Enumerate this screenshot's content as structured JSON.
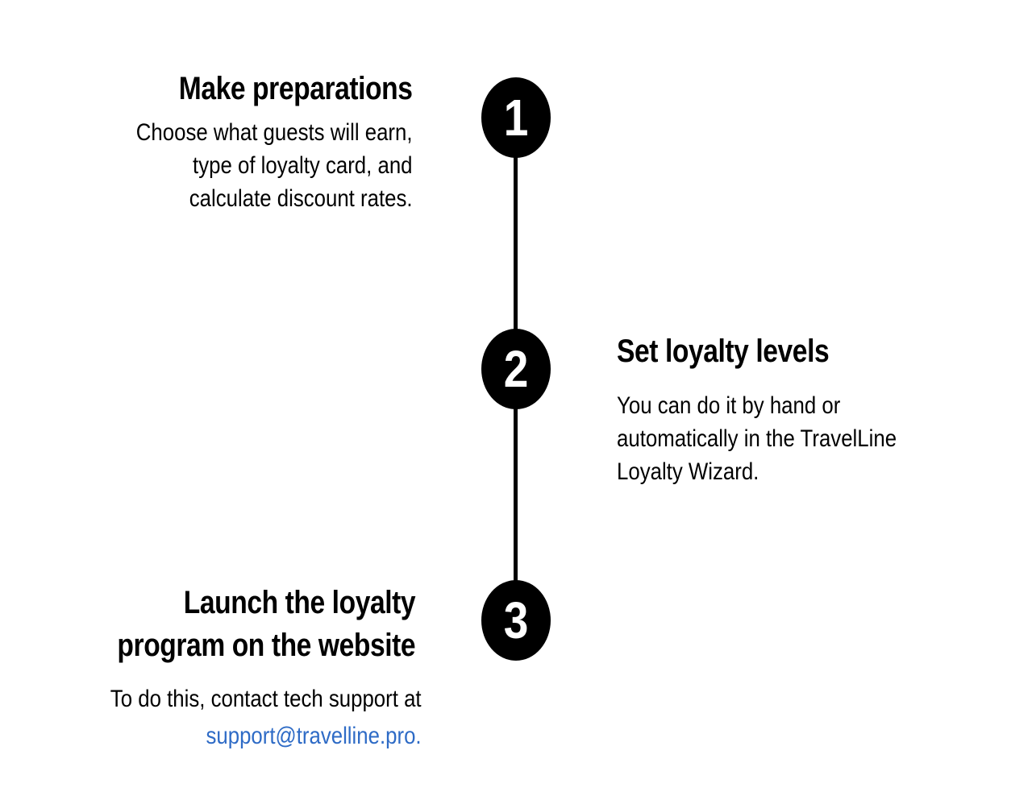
{
  "steps": [
    {
      "number": "1",
      "title": "Make preparations",
      "description_lines": [
        "Choose what guests will earn,",
        "type of loyalty card, and",
        "calculate discount rates."
      ]
    },
    {
      "number": "2",
      "title": "Set loyalty levels",
      "description_lines": [
        "You can do it by hand or",
        "automatically in the TravelLine",
        "Loyalty Wizard."
      ]
    },
    {
      "number": "3",
      "title_lines": [
        "Launch the loyalty",
        "program on the website"
      ],
      "description_text": "To do this, contact tech support at",
      "link_text": "support@travelline.pro."
    }
  ],
  "colors": {
    "circle": "#000000",
    "line": "#000000",
    "link": "#2e6bc6"
  }
}
